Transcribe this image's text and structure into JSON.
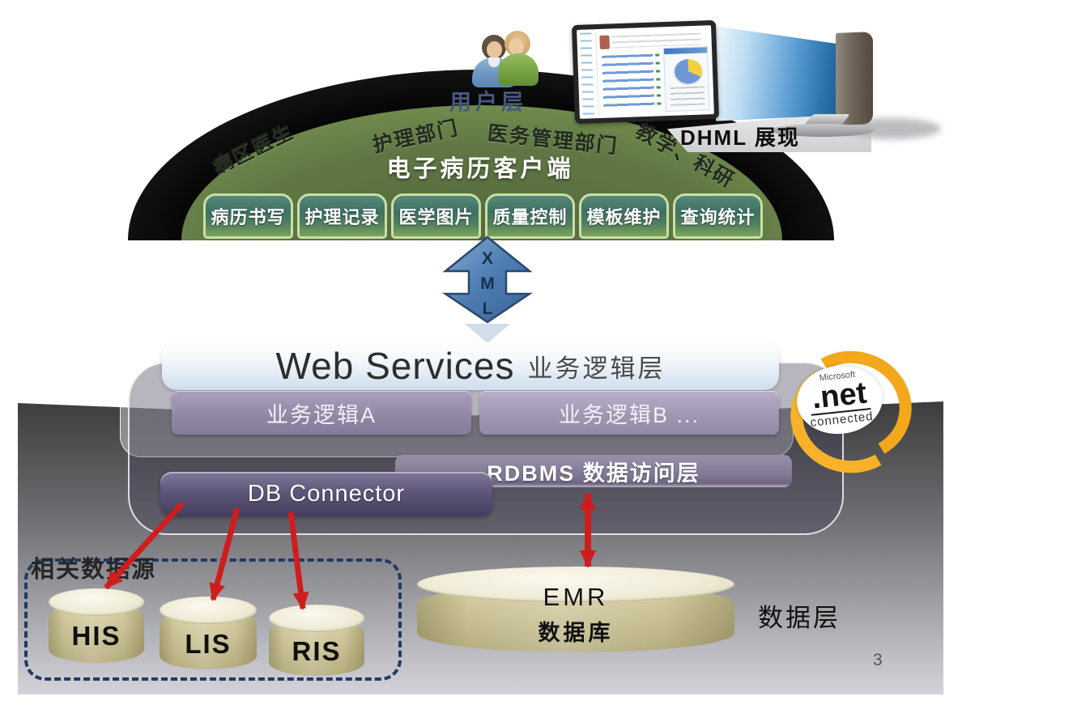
{
  "slide": {
    "page_number": "3"
  },
  "user_layer": {
    "label": "用户层",
    "groups": [
      "病区医生",
      "护理部门",
      "医务管理部门",
      "教学、科研"
    ],
    "client_title": "电子病历客户端",
    "modules": [
      "病历书写",
      "护理记录",
      "医学图片",
      "质量控制",
      "模板维护",
      "查询统计"
    ],
    "display_label": "DHML 展现"
  },
  "xml_arrow": {
    "letters": [
      "X",
      "M",
      "L"
    ]
  },
  "logic_layer": {
    "title_en": "Web Services",
    "title_zh": "业务逻辑层",
    "module_a": "业务逻辑A",
    "module_b": "业务逻辑B ...",
    "dotnet": {
      "brand": "Microsoft",
      "name": ".net",
      "sub": "connected"
    }
  },
  "access_layer": {
    "rdbms": "RDBMS 数据访问层",
    "db_connector": "DB Connector"
  },
  "data_layer": {
    "label": "数据层",
    "sources_label": "相关数据源",
    "sources": [
      "HIS",
      "LIS",
      "RIS"
    ],
    "emr": {
      "line1": "EMR",
      "line2": "数据库"
    }
  },
  "colors": {
    "accent_red": "#cf1d1d",
    "dome_green": "#5f7644",
    "bar_purple": "#9288a6",
    "cylinder_tan": "#c6be90",
    "net_orange": "#f3a71b",
    "xml_blue": "#4d7cb0"
  }
}
